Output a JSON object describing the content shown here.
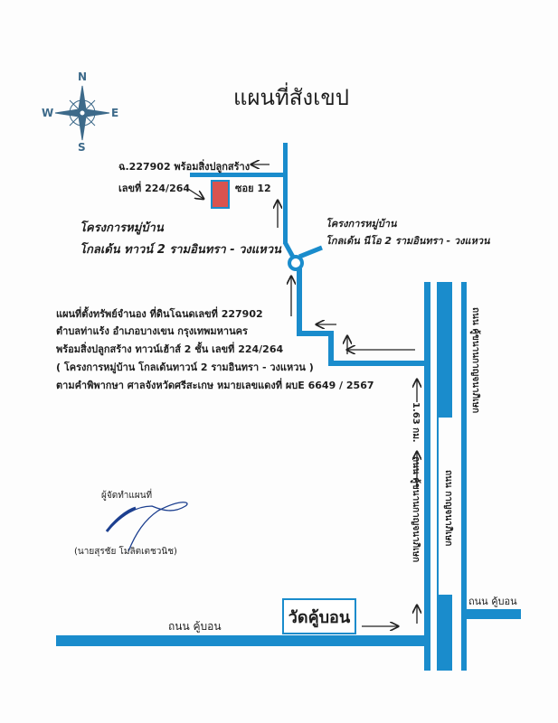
{
  "title": "แผนที่สังเขป",
  "compass": {
    "n": "N",
    "s": "S",
    "e": "E",
    "w": "W"
  },
  "labels": {
    "deed_with_building": "ฉ.227902 พร้อมสิ่งปลูกสร้าง",
    "house_no": "เลขที่ 224/264",
    "soi": "ซอย 12",
    "project_left_1": "โครงการหมู่บ้าน",
    "project_left_2": "โกลเด้น ทาวน์ 2  รามอินทรา - วงแหวน",
    "project_right_1": "โครงการหมู่บ้าน",
    "project_right_2": "โกลเด้น นีโอ 2  รามอินทรา - วงแหวน",
    "distance": "1.63 กม.",
    "road_parallel_left": "ถนน คู้ขนานกาญจนาภิเษก",
    "road_main": "ถนน กาญจนาภิเษก",
    "road_parallel_right": "ถนน คู้ขนานกาญจนาภิเษก",
    "road_khubon_left": "ถนน คู้บอน",
    "road_khubon_right": "ถนน คู้บอน",
    "temple": "วัดคู้บอน"
  },
  "description_lines": [
    "แผนที่ตั้งทรัพย์จำนอง ที่ดินโฉนดเลขที่ 227902",
    "ตำบลท่าแร้ง  อำเภอบางเขน  กรุงเทพมหานคร",
    "พร้อมสิ่งปลูกสร้าง ทาวน์เฮ้าส์ 2 ชั้น เลขที่ 224/264",
    "( โครงการหมู่บ้าน โกลเด้นทาวน์ 2  รามอินทรา - วงแหวน )",
    "ตามคำพิพากษา ศาลจังหวัดศรีสะเกษ หมายเลขแดงที่ ผบE 6649 / 2567"
  ],
  "signature": {
    "role": "ผู้จัดทำแผนที่",
    "name": "(นายสุรชัย  โมลิตเตชวนิช)"
  },
  "colors": {
    "road": "#1a8ccc",
    "property": "#d9534f",
    "compass": "#3d6a8a"
  }
}
